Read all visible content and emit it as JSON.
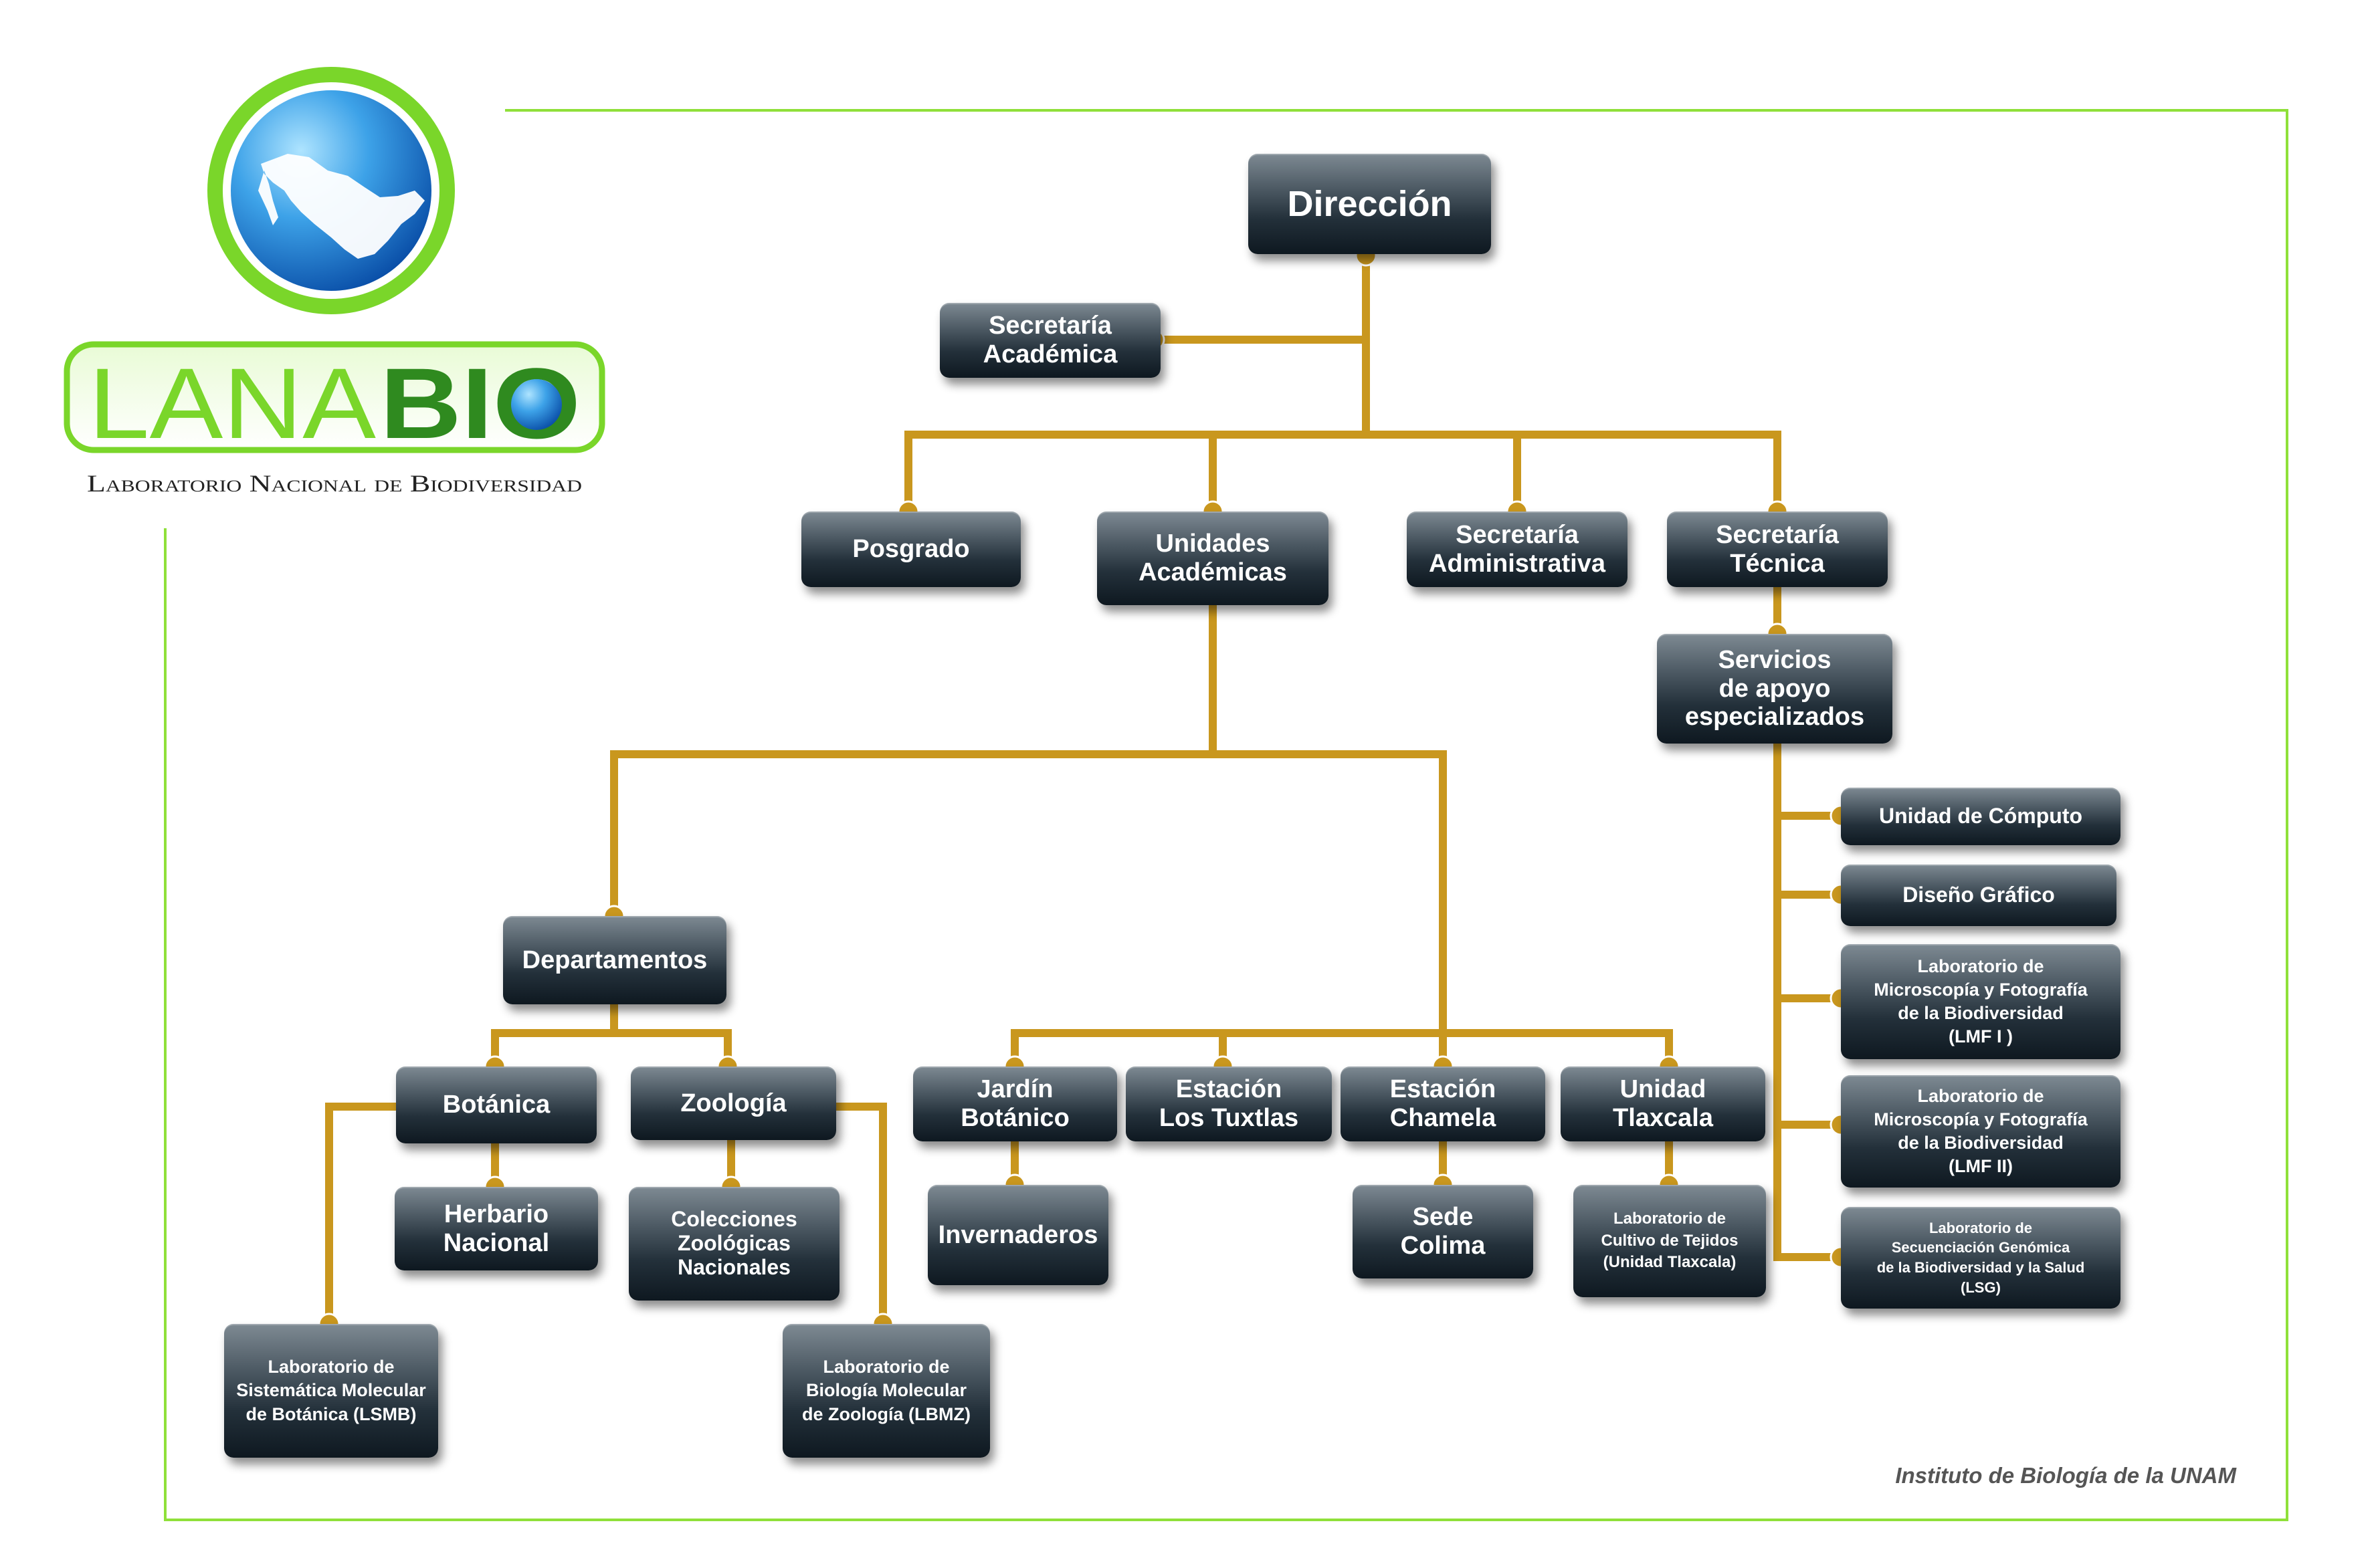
{
  "logo": {
    "name_light": "LANA",
    "name_bold": "BIO",
    "subtitle": "Laboratorio Nacional de Biodiversidad"
  },
  "colors": {
    "frame": "#8fe03a",
    "connector": "#c9971e",
    "box_top": "#7e8a93",
    "box_bottom": "#0e1820",
    "logo_green": "#7ad62a",
    "logo_dark_green": "#2f8a1f",
    "globe_blue": "#1f7fd6"
  },
  "org": {
    "direccion": "Dirección",
    "sec_academica": "Secretaría\nAcadémica",
    "posgrado": "Posgrado",
    "unidades": "Unidades\nAcadémicas",
    "sec_administrativa": "Secretaría\nAdministrativa",
    "sec_tecnica": "Secretaría\nTécnica",
    "servicios": "Servicios\nde apoyo\nespecializados",
    "computo": "Unidad de Cómputo",
    "diseno": "Diseño Gráfico",
    "lmf1": "Laboratorio de\nMicroscopía y Fotografía\nde la Biodiversidad\n(LMF I )",
    "lmf2": "Laboratorio de\nMicroscopía y Fotografía\nde la Biodiversidad\n(LMF II)",
    "lsg": "Laboratorio de\nSecuenciación Genómica\nde la Biodiversidad y la Salud\n(LSG)",
    "departamentos": "Departamentos",
    "botanica": "Botánica",
    "zoologia": "Zoología",
    "herbario": "Herbario\nNacional",
    "colecciones": "Colecciones\nZoológicas\nNacionales",
    "lsmb": "Laboratorio de\nSistemática Molecular\nde Botánica (LSMB)",
    "lbmz": "Laboratorio de\nBiología Molecular\nde Zoología (LBMZ)",
    "jardin": "Jardín\nBotánico",
    "tuxtlas": "Estación\nLos Tuxtlas",
    "chamela": "Estación\nChamela",
    "tlaxcala": "Unidad\nTlaxcala",
    "invernaderos": "Invernaderos",
    "colima": "Sede\nColima",
    "cultivo": "Laboratorio de\nCultivo de Tejidos\n(Unidad Tlaxcala)"
  },
  "footer": {
    "institute": "Instituto de Biología de la UNAM"
  }
}
